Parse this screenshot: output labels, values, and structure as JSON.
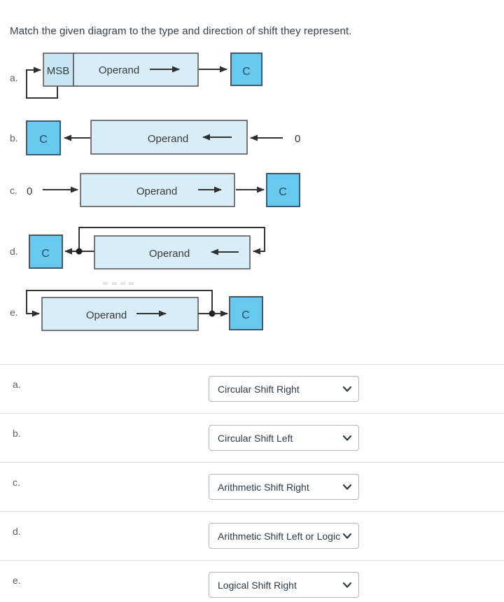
{
  "title": "Match the given diagram to the type and direction of shift they represent.",
  "colors": {
    "carry_fill": "#66c9ed",
    "operand_fill": "#d9edf9",
    "msb_fill": "#c9e6f5",
    "line": "#333333",
    "select_border": "#b3b7ba",
    "text": "#2d3b45"
  },
  "icons": {
    "select_chevron": "chevron-down"
  },
  "diagrams": {
    "a": {
      "label": "a.",
      "msb": "MSB",
      "operand": "Operand",
      "carry": "C"
    },
    "b": {
      "label": "b.",
      "operand": "Operand",
      "carry": "C",
      "zero": "0"
    },
    "c": {
      "label": "c.",
      "zero": "0",
      "operand": "Operand",
      "carry": "C"
    },
    "d": {
      "label": "d.",
      "operand": "Operand",
      "carry": "C"
    },
    "e": {
      "label": "e.",
      "operand": "Operand",
      "carry": "C"
    }
  },
  "answers": [
    {
      "label": "a.",
      "selected": "Circular Shift Right"
    },
    {
      "label": "b.",
      "selected": "Circular Shift Left"
    },
    {
      "label": "c.",
      "selected": "Arithmetic Shift Right"
    },
    {
      "label": "d.",
      "selected": "Arithmetic Shift Left or Logica"
    },
    {
      "label": "e.",
      "selected": "Logical Shift Right"
    }
  ]
}
